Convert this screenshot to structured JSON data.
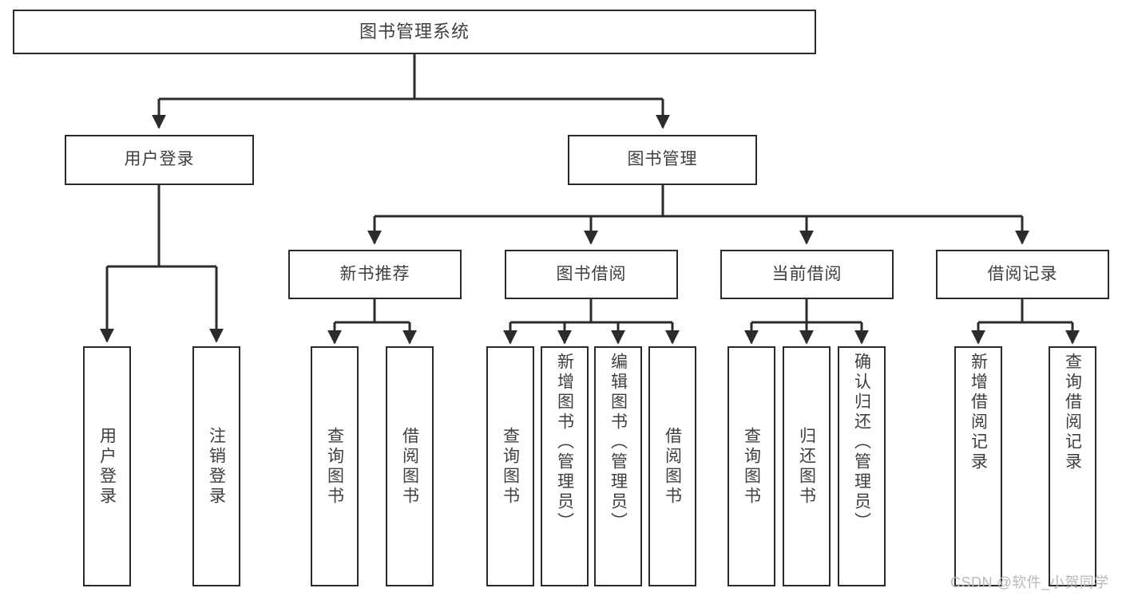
{
  "diagram": {
    "title": "图书管理系统",
    "type": "tree-hierarchy-chart",
    "root": {
      "label": "图书管理系统"
    },
    "level2": [
      {
        "label": "用户登录"
      },
      {
        "label": "图书管理"
      }
    ],
    "level3": [
      {
        "label": "新书推荐"
      },
      {
        "label": "图书借阅"
      },
      {
        "label": "当前借阅"
      },
      {
        "label": "借阅记录"
      }
    ],
    "leaves": {
      "user_login": [
        {
          "label": "用户登录"
        },
        {
          "label": "注销登录"
        }
      ],
      "new_book_recommend": [
        {
          "label": "查询图书"
        },
        {
          "label": "借阅图书"
        }
      ],
      "book_borrow": [
        {
          "label": "查询图书"
        },
        {
          "label": "新增图书（管理员）"
        },
        {
          "label": "编辑图书（管理员）"
        },
        {
          "label": "借阅图书"
        }
      ],
      "current_borrow": [
        {
          "label": "查询图书"
        },
        {
          "label": "归还图书"
        },
        {
          "label": "确认归还（管理员）"
        }
      ],
      "borrow_record": [
        {
          "label": "新增借阅记录"
        },
        {
          "label": "查询借阅记录"
        }
      ]
    }
  },
  "watermark": {
    "text": "CSDN @软件_小贺同学"
  },
  "colors": {
    "box_border": "#2b2b2b",
    "box_fill": "#ffffff",
    "text": "#3f3f3f",
    "connector": "#3a3a3a",
    "watermark": "#b9b9b9",
    "background": "#ffffff"
  }
}
